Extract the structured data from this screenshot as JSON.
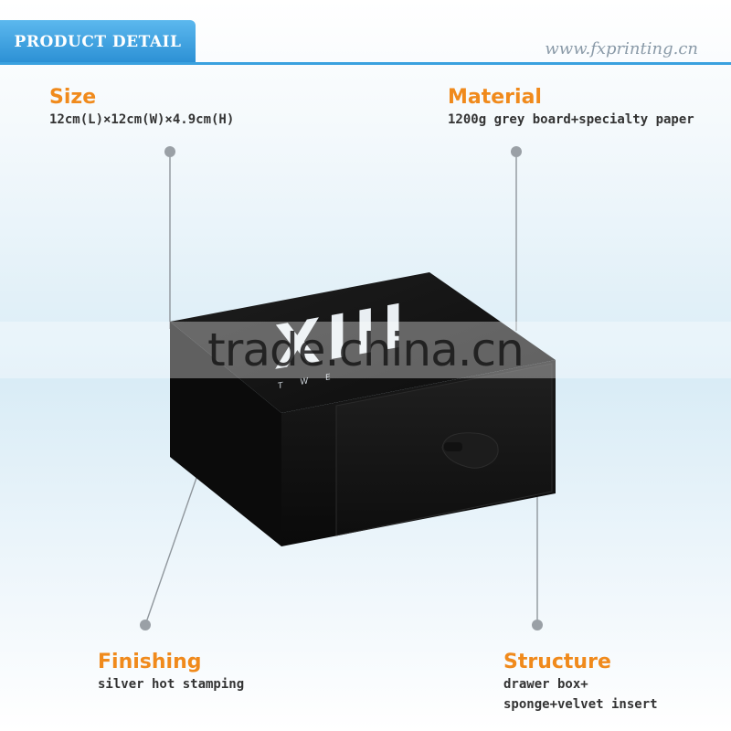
{
  "header": {
    "title": "PRODUCT DETAIL",
    "site_url": "www.fxprinting.cn"
  },
  "specs": {
    "size": {
      "title": "Size",
      "value": "12cm(L)×12cm(W)×4.9cm(H)"
    },
    "material": {
      "title": "Material",
      "value": "1200g grey board+specialty paper"
    },
    "finishing": {
      "title": "Finishing",
      "value": "silver hot stamping"
    },
    "structure": {
      "title": "Structure",
      "value_line1": "drawer box+",
      "value_line2": "sponge+velvet insert"
    }
  },
  "product": {
    "logo_text": "XIII",
    "logo_subtext": "T W E"
  },
  "watermark": {
    "text": "trade.china.cn"
  },
  "colors": {
    "accent": "#f08a1c",
    "header_blue": "#2a8fd4",
    "box_black": "#141414"
  }
}
